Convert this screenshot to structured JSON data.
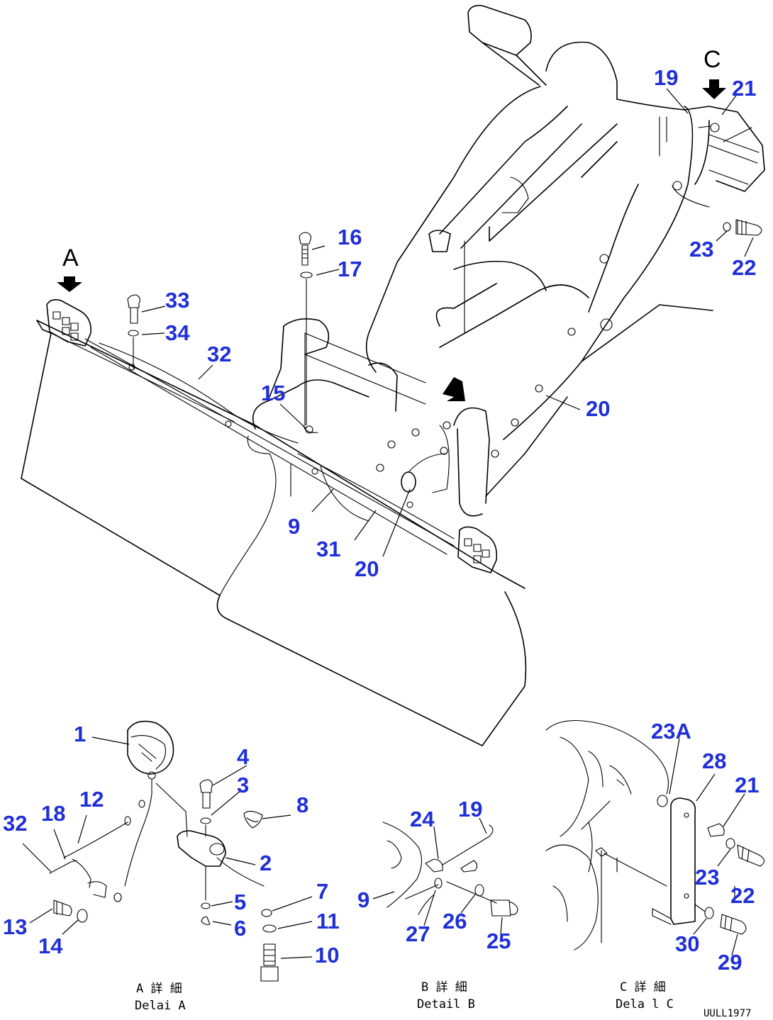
{
  "view_letters": {
    "a": "A",
    "c": "C"
  },
  "callouts": {
    "main": {
      "c19": "19",
      "c21": "21",
      "c23": "23",
      "c22": "22",
      "c16": "16",
      "c17": "17",
      "c33": "33",
      "c34": "34",
      "c32": "32",
      "c15": "15",
      "c20a": "20",
      "c9": "9",
      "c31": "31",
      "c20b": "20"
    },
    "detail_a": {
      "c1": "1",
      "c4": "4",
      "c3": "3",
      "c8": "8",
      "c12": "12",
      "c18": "18",
      "c32": "32",
      "c2": "2",
      "c7": "7",
      "c5": "5",
      "c11": "11",
      "c6": "6",
      "c13": "13",
      "c14": "14",
      "c10": "10"
    },
    "detail_b": {
      "c24": "24",
      "c19": "19",
      "c9": "9",
      "c26": "26",
      "c27": "27",
      "c25": "25"
    },
    "detail_c": {
      "c23a": "23A",
      "c28": "28",
      "c21": "21",
      "c23": "23",
      "c22": "22",
      "c30": "30",
      "c29": "29"
    }
  },
  "captions": {
    "detail_a_jp": "A 詳 細",
    "detail_a_en": "Delai  A",
    "detail_b_jp": "B 詳 細",
    "detail_b_en": "Detail B",
    "detail_c_jp": "C 詳 細",
    "detail_c_en": "Dela l C"
  },
  "drawing_code": "UULL1977"
}
